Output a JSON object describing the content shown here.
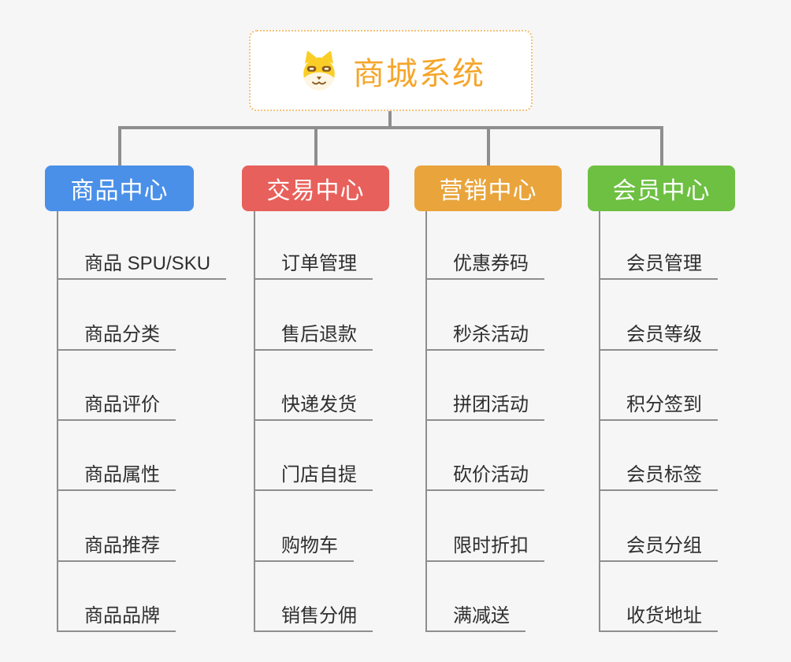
{
  "canvas": {
    "background": "#f6f6f6",
    "line_color": "#8e8e8e"
  },
  "root": {
    "label": "商城系统",
    "icon": "dog-face-icon",
    "text_color": "#f5a62b",
    "border_color": "#f3c077"
  },
  "branches": [
    {
      "label": "商品中心",
      "color": "#4a90e8",
      "children": [
        "商品 SPU/SKU",
        "商品分类",
        "商品评价",
        "商品属性",
        "商品推荐",
        "商品品牌"
      ]
    },
    {
      "label": "交易中心",
      "color": "#e8605b",
      "children": [
        "订单管理",
        "售后退款",
        "快递发货",
        "门店自提",
        "购物车",
        "销售分佣"
      ]
    },
    {
      "label": "营销中心",
      "color": "#e9a43c",
      "children": [
        "优惠券码",
        "秒杀活动",
        "拼团活动",
        "砍价活动",
        "限时折扣",
        "满减送"
      ]
    },
    {
      "label": "会员中心",
      "color": "#6dc042",
      "children": [
        "会员管理",
        "会员等级",
        "积分签到",
        "会员标签",
        "会员分组",
        "收货地址"
      ]
    }
  ]
}
